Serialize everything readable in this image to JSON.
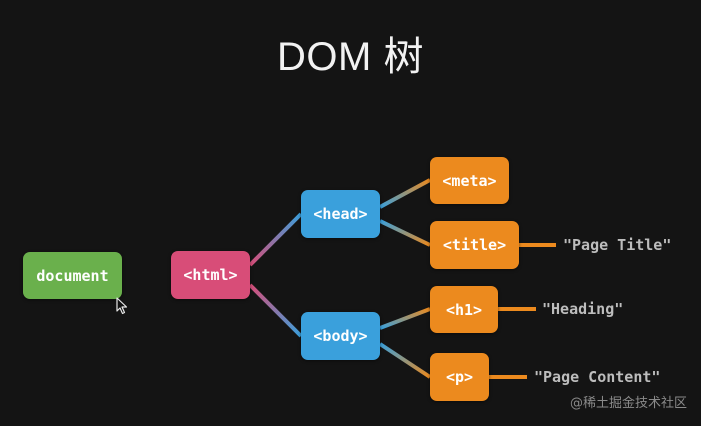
{
  "title": "DOM 树",
  "colors": {
    "background": "#141414",
    "document": "#6ab04c",
    "html": "#d84d78",
    "head_body": "#3aa0dc",
    "children": "#ec8a1e",
    "text_label": "#bdbdbd"
  },
  "nodes": {
    "document": "document",
    "html": "<html>",
    "head": "<head>",
    "body": "<body>",
    "meta": "<meta>",
    "title": "<title>",
    "h1": "<h1>",
    "p": "<p>"
  },
  "text_nodes": {
    "title": "\"Page Title\"",
    "h1": "\"Heading\"",
    "p": "\"Page Content\""
  },
  "watermark": "@稀土掘金技术社区",
  "cursor_icon": "arrow-cursor-icon"
}
